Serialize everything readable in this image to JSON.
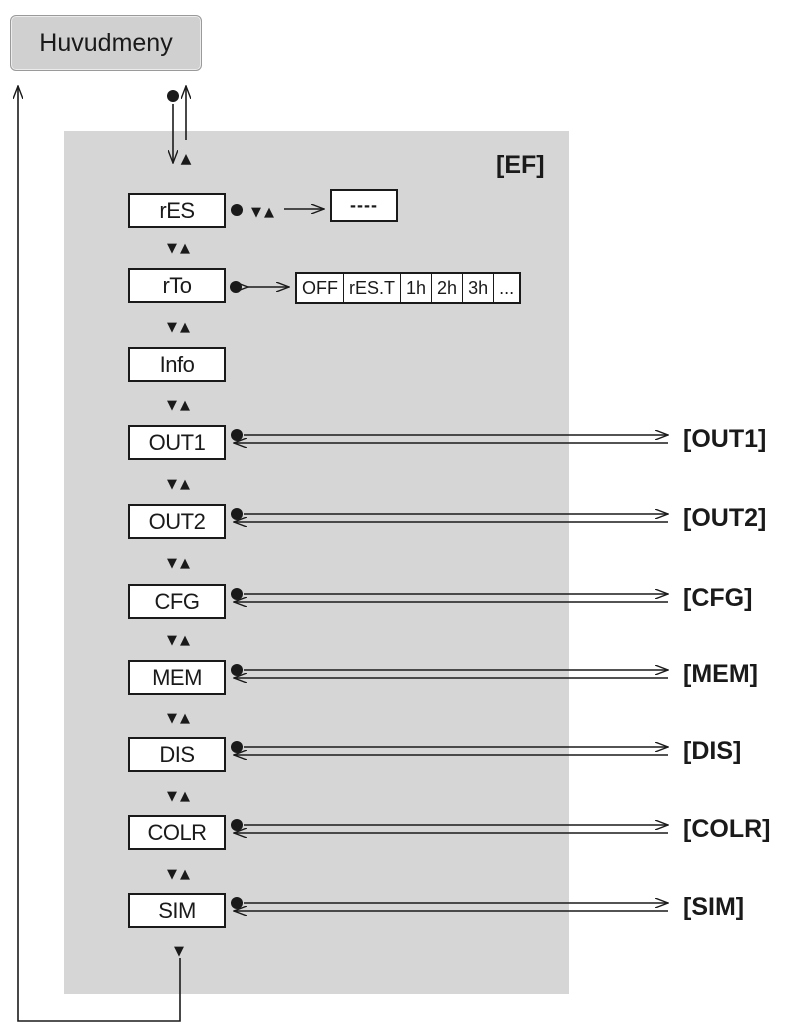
{
  "main_menu": {
    "label": "Huvudmeny"
  },
  "section_label": "[EF]",
  "menu_items": [
    {
      "key": "res",
      "label": "rES"
    },
    {
      "key": "rto",
      "label": "rTo"
    },
    {
      "key": "info",
      "label": "Info"
    },
    {
      "key": "out1",
      "label": "OUT1",
      "target": "[OUT1]"
    },
    {
      "key": "out2",
      "label": "OUT2",
      "target": "[OUT2]"
    },
    {
      "key": "cfg",
      "label": "CFG",
      "target": "[CFG]"
    },
    {
      "key": "mem",
      "label": "MEM",
      "target": "[MEM]"
    },
    {
      "key": "dis",
      "label": "DIS",
      "target": "[DIS]"
    },
    {
      "key": "colr",
      "label": "COLR",
      "target": "[COLR]"
    },
    {
      "key": "sim",
      "label": "SIM",
      "target": "[SIM]"
    }
  ],
  "res_value": "----",
  "rto_options": [
    "OFF",
    "rES.T",
    "1h",
    "2h",
    "3h",
    "..."
  ],
  "colors": {
    "panel": "#d6d6d6",
    "line": "#1a1a1a",
    "box_fill": "#ffffff"
  },
  "glyphs": {
    "nav_down": "▼",
    "nav_up": "▲",
    "select_dot": "●"
  }
}
